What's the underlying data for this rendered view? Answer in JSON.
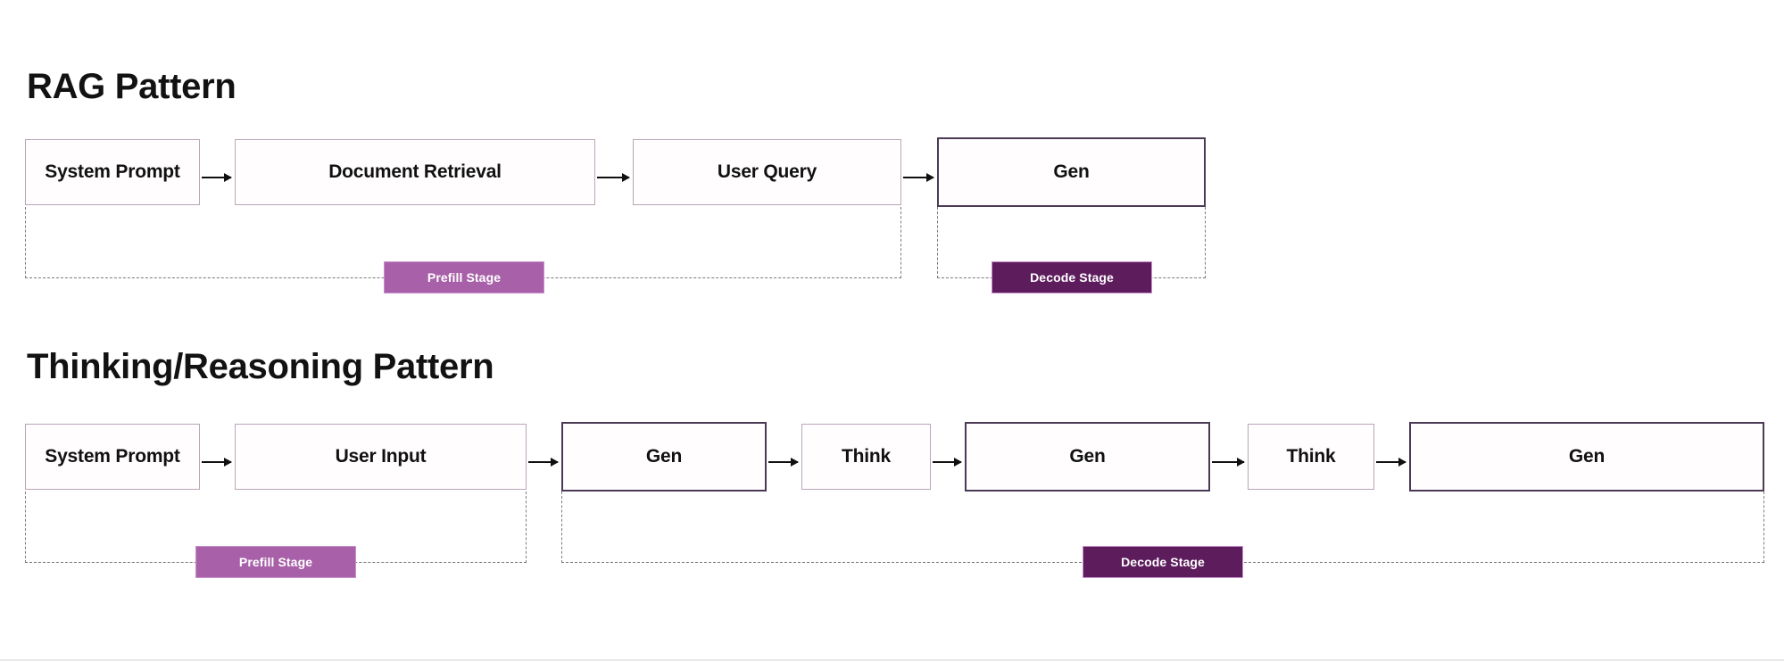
{
  "sections": [
    {
      "id": "rag",
      "title": "RAG Pattern",
      "nodes": [
        {
          "label": "System Prompt",
          "style": "light"
        },
        {
          "label": "Document Retrieval",
          "style": "light"
        },
        {
          "label": "User Query",
          "style": "light"
        },
        {
          "label": "Gen",
          "style": "dark"
        }
      ],
      "stages": [
        {
          "label": "Prefill Stage",
          "kind": "prefill"
        },
        {
          "label": "Decode Stage",
          "kind": "decode"
        }
      ]
    },
    {
      "id": "thinking",
      "title": "Thinking/Reasoning  Pattern",
      "nodes": [
        {
          "label": "System Prompt",
          "style": "light"
        },
        {
          "label": "User Input",
          "style": "light"
        },
        {
          "label": "Gen",
          "style": "dark"
        },
        {
          "label": "Think",
          "style": "light"
        },
        {
          "label": "Gen",
          "style": "dark"
        },
        {
          "label": "Think",
          "style": "light"
        },
        {
          "label": "Gen",
          "style": "dark"
        }
      ],
      "stages": [
        {
          "label": "Prefill Stage",
          "kind": "prefill"
        },
        {
          "label": "Decode Stage",
          "kind": "decode"
        }
      ]
    }
  ],
  "colors": {
    "box_border_light": "#b9a5b8",
    "box_border_dark": "#4c3a55",
    "prefill_badge": "#a861a8",
    "decode_badge": "#5d1d5d",
    "badge_text": "#ffffff",
    "arrow": "#101010",
    "bracket": "#7a7a7a",
    "title_text": "#121212",
    "background": "#ffffff"
  }
}
